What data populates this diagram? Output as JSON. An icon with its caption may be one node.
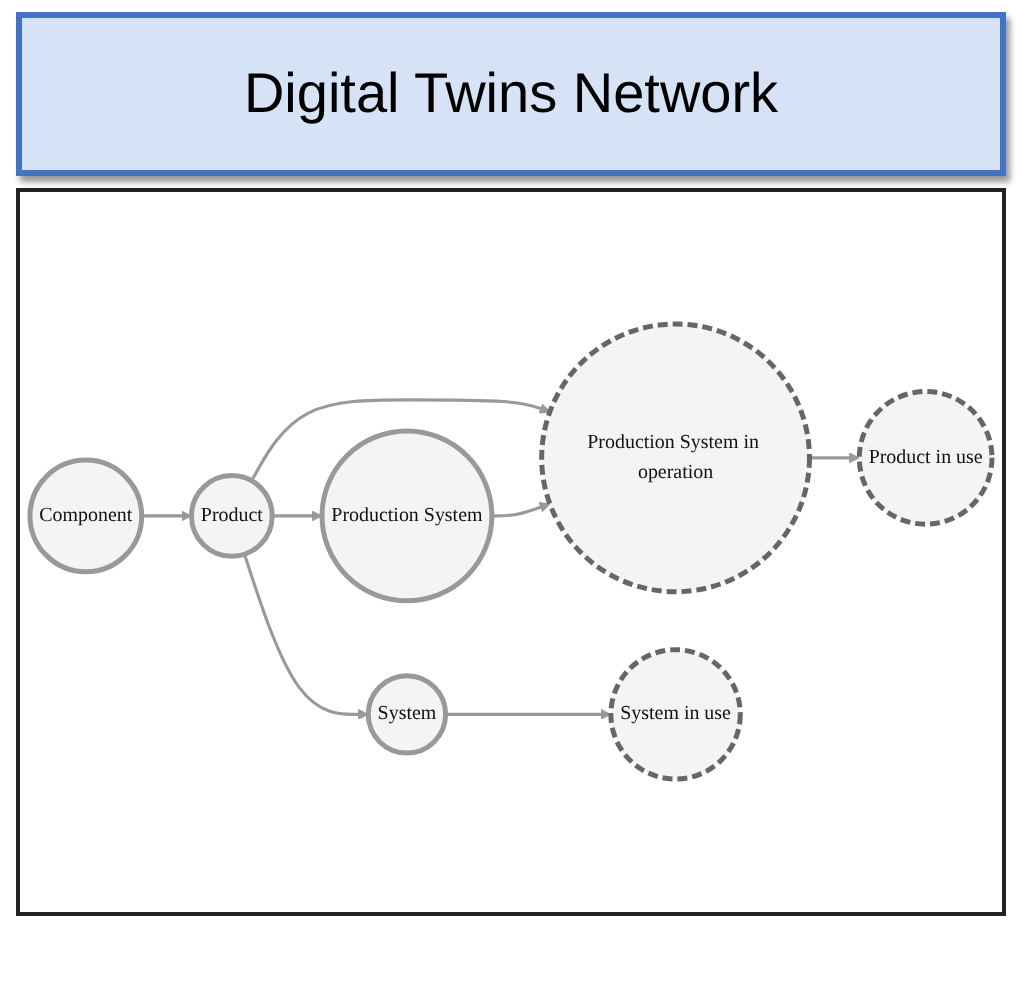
{
  "diagram": {
    "title": "Digital Twins Network",
    "nodes": [
      {
        "text": [
          "Component"
        ]
      },
      {
        "text": [
          "Production System"
        ]
      },
      {
        "text": [
          "Product in use"
        ]
      },
      {
        "text": [
          "Product"
        ]
      },
      {
        "text": [
          "Production System in operation"
        ]
      },
      {
        "text": [
          "System"
        ]
      },
      {
        "text": [
          "System in use"
        ]
      }
    ],
    "edges": [
      {
        "from": 0,
        "to": 3,
        "arrow": "to"
      },
      {
        "from": 3,
        "to": 1,
        "arrow": "to"
      },
      {
        "from": 3,
        "to": 4,
        "arrow": "to"
      },
      {
        "from": 1,
        "to": 4,
        "arrow": "to"
      },
      {
        "from": 4,
        "to": 2,
        "arrow": "to"
      },
      {
        "from": 3,
        "to": 5,
        "arrow": "to"
      },
      {
        "from": 5,
        "to": 6,
        "arrow": "to"
      }
    ]
  }
}
